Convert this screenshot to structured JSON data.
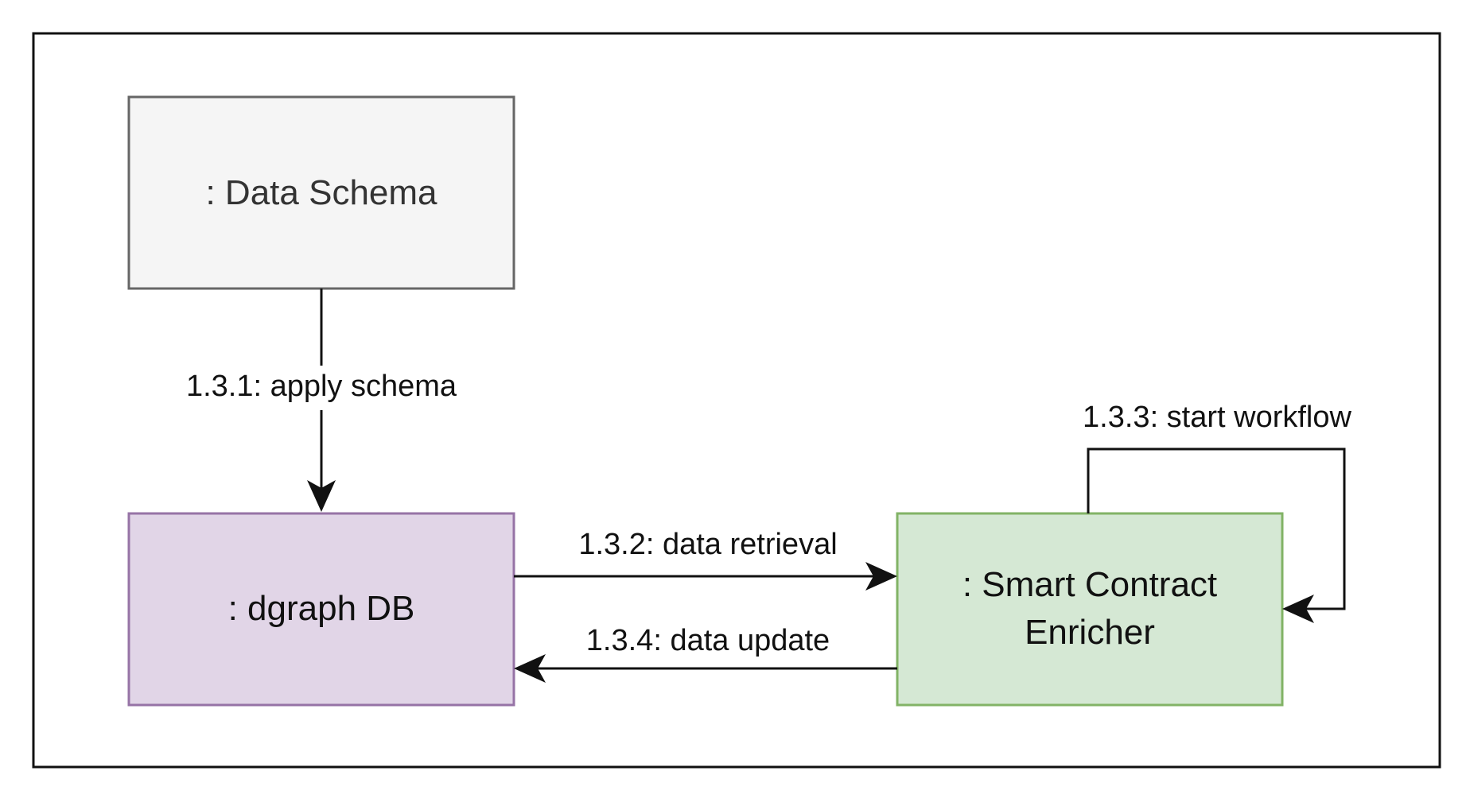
{
  "nodes": {
    "data_schema": {
      "label": ": Data Schema",
      "fill": "#f5f5f5",
      "stroke": "#666666"
    },
    "dgraph_db": {
      "label": ": dgraph DB",
      "fill": "#e1d5e7",
      "stroke": "#9673a6"
    },
    "enricher": {
      "line1": ": Smart Contract",
      "line2": "Enricher",
      "fill": "#d5e8d4",
      "stroke": "#82b366"
    }
  },
  "edges": {
    "apply_schema": ": apply schema",
    "apply_schema_num": "1.3.1",
    "data_retrieval_num": "1.3.2",
    "data_retrieval": ": data retrieval",
    "start_workflow_num": "1.3.3",
    "start_workflow": ": start workflow",
    "data_update_num": "1.3.4",
    "data_update": ": data update"
  }
}
